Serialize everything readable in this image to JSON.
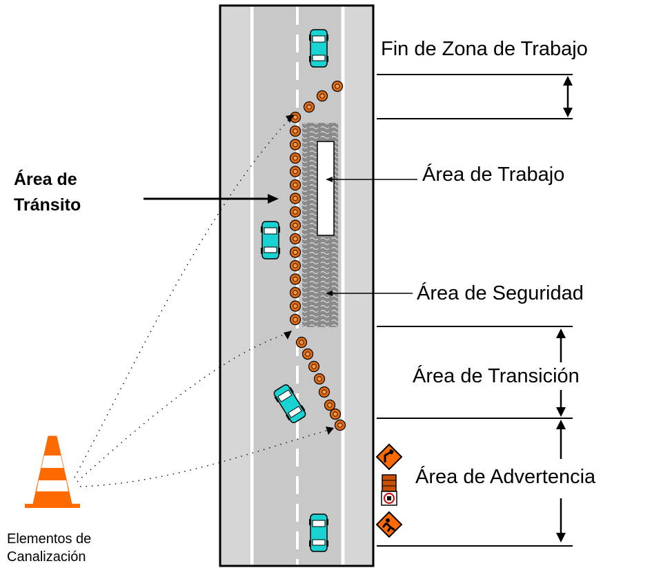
{
  "labels": {
    "end_zone": "Fin de Zona de Trabajo",
    "work_area": "Área de Trabajo",
    "safety_area": "Área de Seguridad",
    "transition_area": "Área de Transición",
    "warning_area": "Área de Advertencia",
    "traffic_area_line1": "Área de",
    "traffic_area_line2": "Tránsito",
    "channel_line1": "Elementos de",
    "channel_line2": "Canalización"
  },
  "colors": {
    "road": "#c8c8c8",
    "shoulder": "#d4d4d4",
    "work_zone": "#8a8a8a",
    "cone": "#ff6a00",
    "car": "#19d3d3",
    "sign": "#ff6a00"
  },
  "icons": [
    "traffic-cone-icon",
    "car-icon",
    "channelizing-drum-icon",
    "road-work-sign-icon",
    "arrow-sign-icon"
  ]
}
